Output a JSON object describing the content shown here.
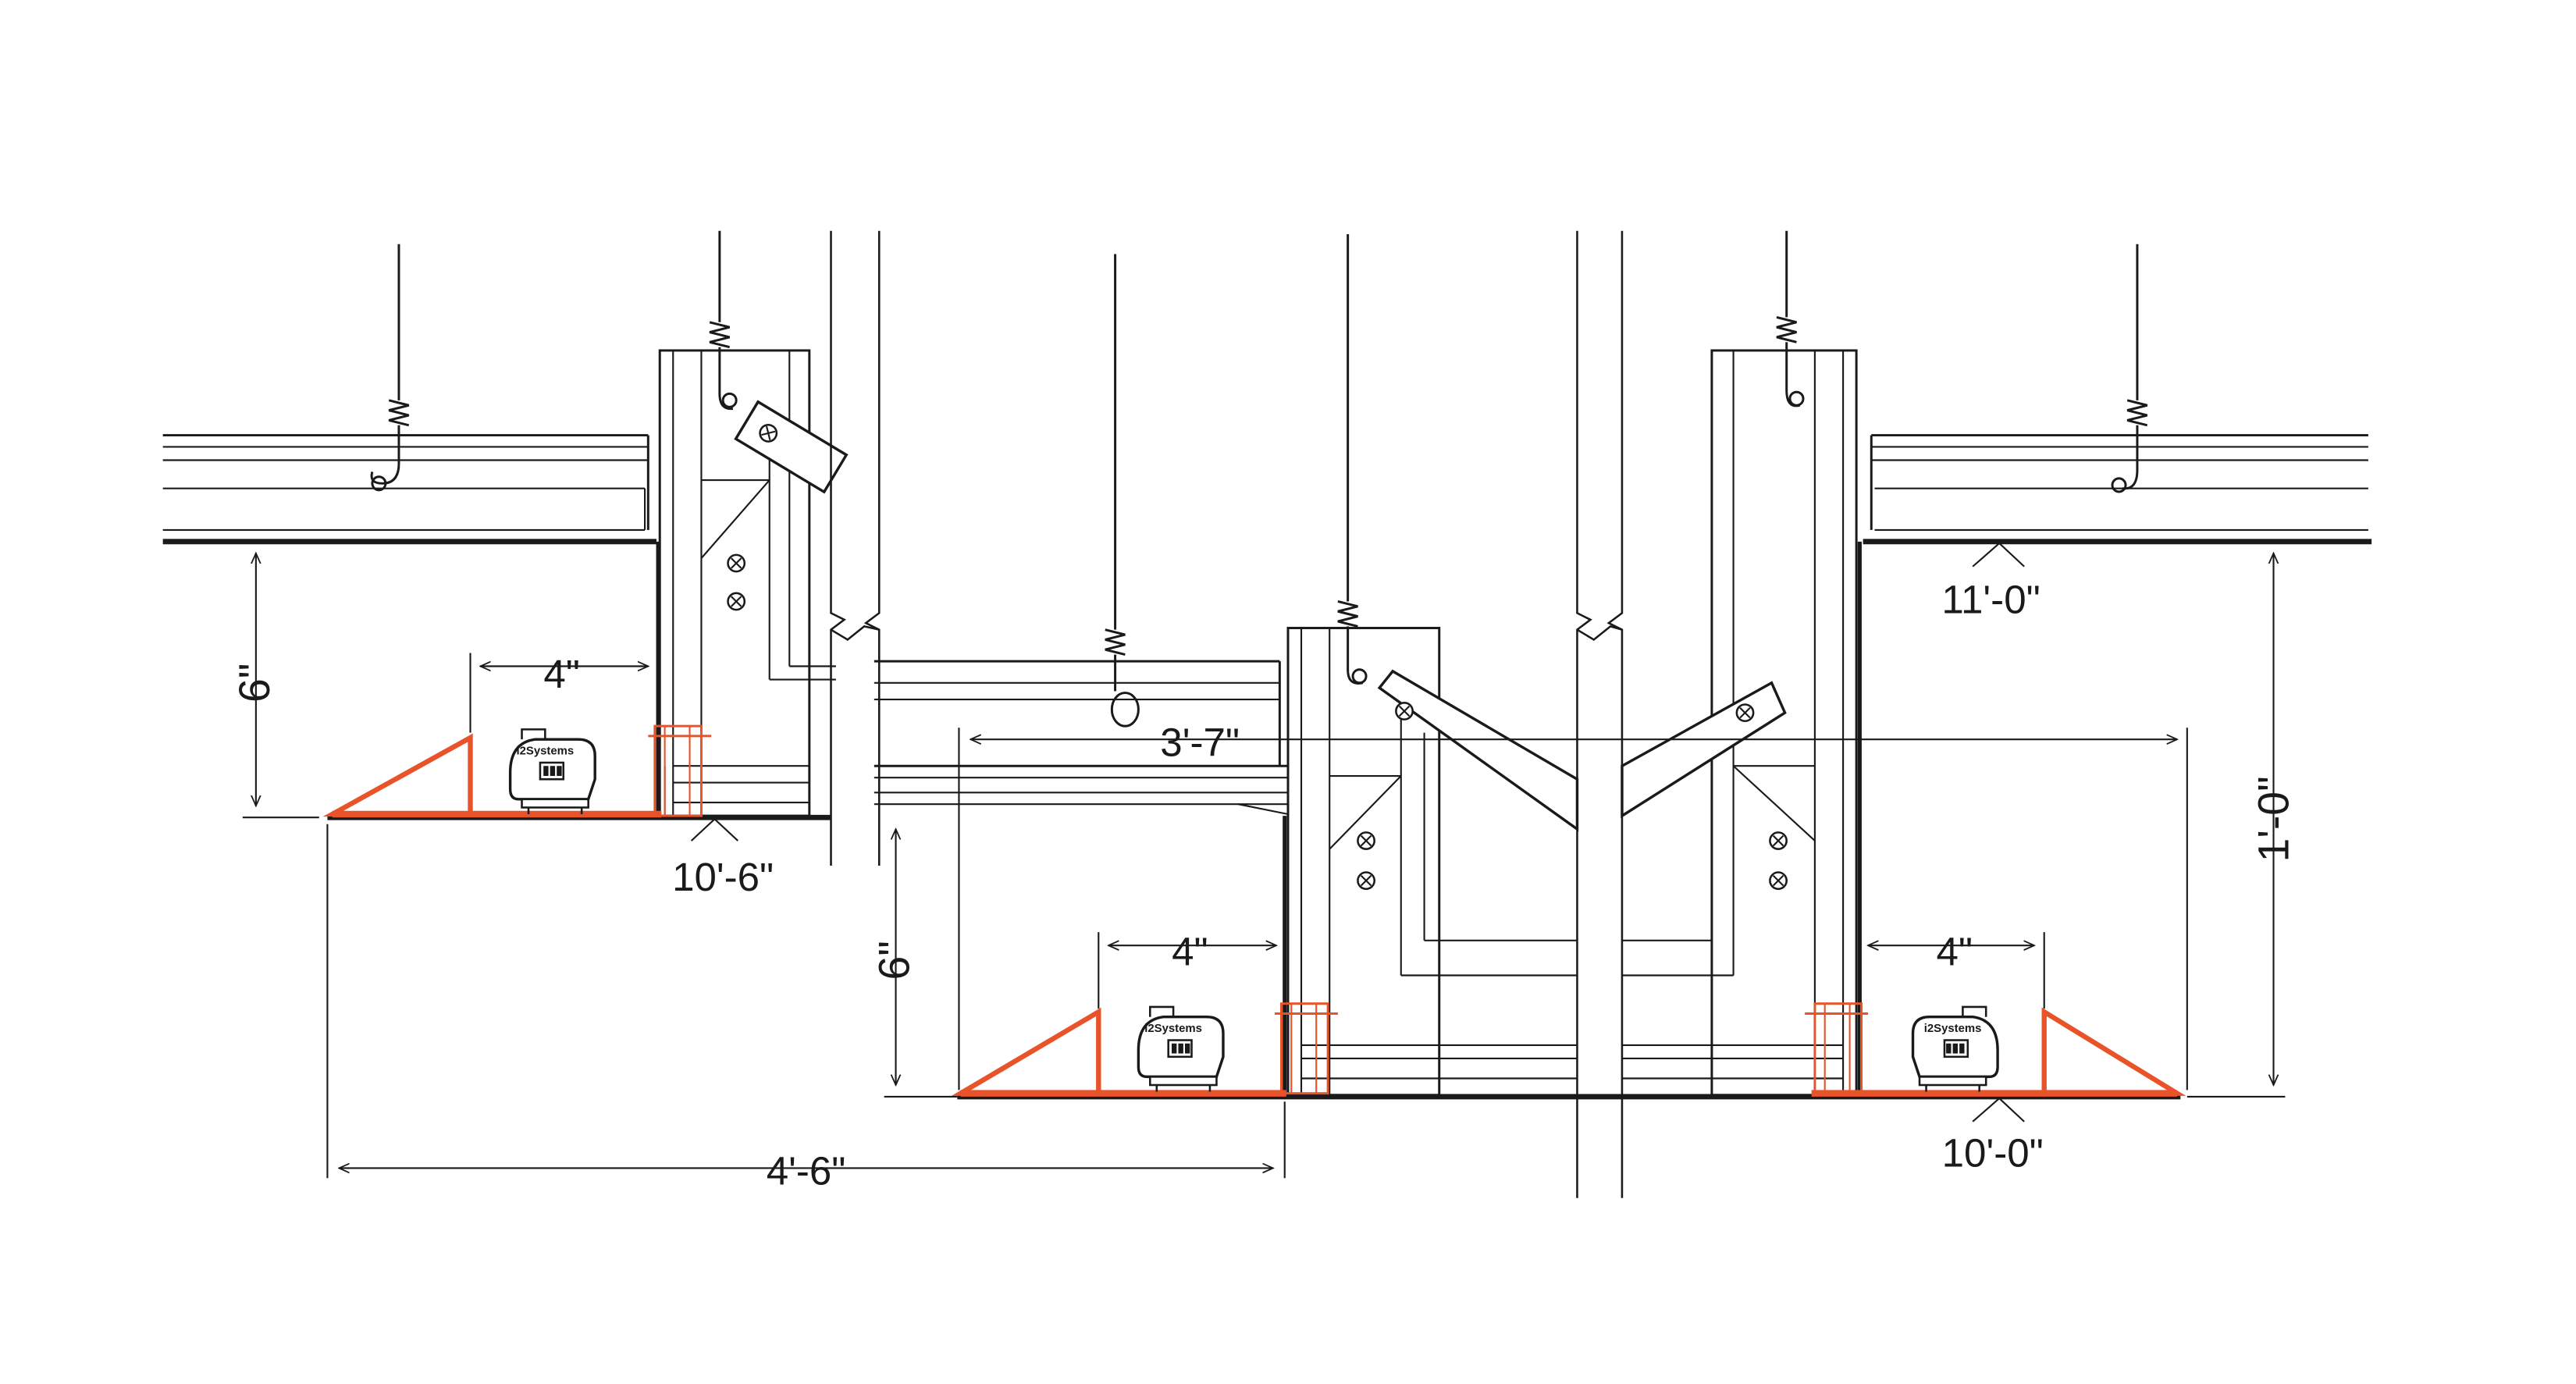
{
  "dimensions": {
    "left_drop_height": "6\"",
    "left_offset": "4\"",
    "left_trim_elevation": "10'-6\"",
    "center_span": "3'-7\"",
    "center_drop_height": "6\"",
    "center_offset": "4\"",
    "overall_span": "4'-6\"",
    "right_offset": "4\"",
    "right_ceiling_elevation": "11'-0\"",
    "right_total_height": "1'-0\"",
    "right_trim_elevation": "10'-0\""
  },
  "device": {
    "brand_label": "i2Systems",
    "icon": "light-fixture-icon"
  },
  "colors": {
    "trim": "#e8532a",
    "linework": "#1a1a1a",
    "thin_linework": "#555555",
    "background": "#ffffff"
  }
}
